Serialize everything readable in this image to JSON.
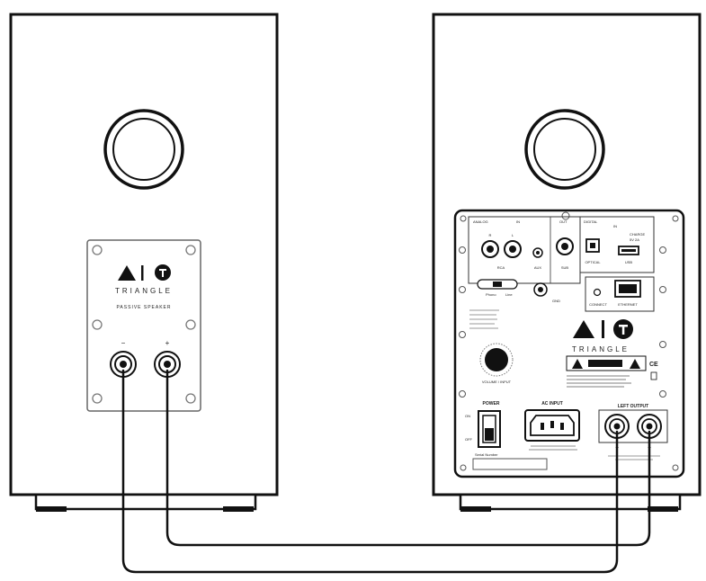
{
  "left_speaker": {
    "brand": "TRIANGLE",
    "plate_label": "PASSIVE SPEAKER",
    "minus": "−",
    "plus": "+"
  },
  "right_speaker": {
    "brand": "TRIANGLE",
    "analog": "ANALOG",
    "in": "IN",
    "r": "R",
    "l": "L",
    "rca": "RCA",
    "aux": "AUX",
    "out": "OUT",
    "sub": "SUB",
    "digital": "DIGITAL",
    "in2": "IN",
    "charge": "CHARGE",
    "charge_spec": "5V  2A",
    "optical": "OPTICAL",
    "usb": "USB",
    "phono": "Phono",
    "line": "Line",
    "gnd": "GND",
    "connect": "CONNECT",
    "ethernet": "ETHERNET",
    "volume": "VOLUME / INPUT",
    "power": "POWER",
    "on": "ON",
    "off": "OFF",
    "ac_input": "AC INPUT",
    "left_output": "LEFT OUTPUT",
    "minus": "−",
    "plus": "+",
    "serial": "Serial Number"
  }
}
